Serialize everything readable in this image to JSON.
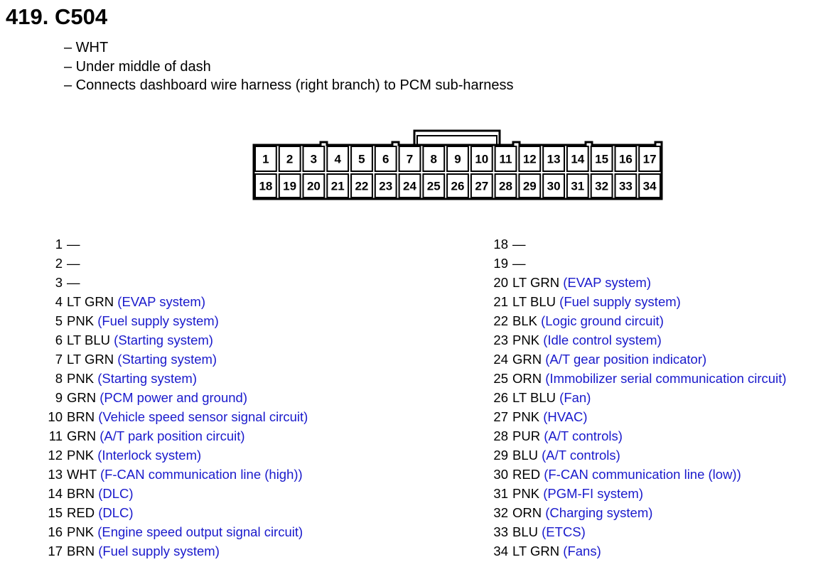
{
  "title": "419. C504",
  "notes": [
    "– WHT",
    "– Under middle of dash",
    "– Connects dashboard wire harness (right branch) to PCM sub-harness"
  ],
  "connector": {
    "top_row": [
      "1",
      "2",
      "3",
      "4",
      "5",
      "6",
      "7",
      "8",
      "9",
      "10",
      "11",
      "12",
      "13",
      "14",
      "15",
      "16",
      "17"
    ],
    "bottom_row": [
      "18",
      "19",
      "20",
      "21",
      "22",
      "23",
      "24",
      "25",
      "26",
      "27",
      "28",
      "29",
      "30",
      "31",
      "32",
      "33",
      "34"
    ]
  },
  "colors": {
    "text": "#000000",
    "circuit_description": "#1a1acc"
  },
  "terminals_left": [
    {
      "num": "1",
      "wire": "—",
      "desc": ""
    },
    {
      "num": "2",
      "wire": "—",
      "desc": ""
    },
    {
      "num": "3",
      "wire": "—",
      "desc": ""
    },
    {
      "num": "4",
      "wire": "LT GRN",
      "desc": "(EVAP system)"
    },
    {
      "num": "5",
      "wire": "PNK",
      "desc": "(Fuel supply system)"
    },
    {
      "num": "6",
      "wire": "LT BLU",
      "desc": "(Starting system)"
    },
    {
      "num": "7",
      "wire": "LT GRN",
      "desc": "(Starting system)"
    },
    {
      "num": "8",
      "wire": "PNK",
      "desc": "(Starting system)"
    },
    {
      "num": "9",
      "wire": "GRN",
      "desc": "(PCM power and ground)"
    },
    {
      "num": "10",
      "wire": "BRN",
      "desc": "(Vehicle speed sensor signal circuit)"
    },
    {
      "num": "11",
      "wire": "GRN",
      "desc": "(A/T park position circuit)"
    },
    {
      "num": "12",
      "wire": "PNK",
      "desc": "(Interlock system)"
    },
    {
      "num": "13",
      "wire": "WHT",
      "desc": "(F-CAN communication line (high))"
    },
    {
      "num": "14",
      "wire": "BRN",
      "desc": "(DLC)"
    },
    {
      "num": "15",
      "wire": "RED",
      "desc": "(DLC)"
    },
    {
      "num": "16",
      "wire": "PNK",
      "desc": "(Engine speed output signal circuit)"
    },
    {
      "num": "17",
      "wire": "BRN",
      "desc": "(Fuel supply system)"
    }
  ],
  "terminals_right": [
    {
      "num": "18",
      "wire": "—",
      "desc": ""
    },
    {
      "num": "19",
      "wire": "—",
      "desc": ""
    },
    {
      "num": "20",
      "wire": "LT GRN",
      "desc": "(EVAP system)"
    },
    {
      "num": "21",
      "wire": "LT BLU",
      "desc": "(Fuel supply system)"
    },
    {
      "num": "22",
      "wire": "BLK",
      "desc": "(Logic ground circuit)"
    },
    {
      "num": "23",
      "wire": "PNK",
      "desc": "(Idle control system)"
    },
    {
      "num": "24",
      "wire": "GRN",
      "desc": "(A/T gear position indicator)"
    },
    {
      "num": "25",
      "wire": "ORN",
      "desc": "(Immobilizer serial communication circuit)"
    },
    {
      "num": "26",
      "wire": "LT BLU",
      "desc": "(Fan)"
    },
    {
      "num": "27",
      "wire": "PNK",
      "desc": "(HVAC)"
    },
    {
      "num": "28",
      "wire": "PUR",
      "desc": "(A/T controls)"
    },
    {
      "num": "29",
      "wire": "BLU",
      "desc": "(A/T controls)"
    },
    {
      "num": "30",
      "wire": "RED",
      "desc": "(F-CAN communication line (low))"
    },
    {
      "num": "31",
      "wire": "PNK",
      "desc": "(PGM-FI system)"
    },
    {
      "num": "32",
      "wire": "ORN",
      "desc": "(Charging system)"
    },
    {
      "num": "33",
      "wire": "BLU",
      "desc": "(ETCS)"
    },
    {
      "num": "34",
      "wire": "LT GRN",
      "desc": "(Fans)"
    }
  ]
}
